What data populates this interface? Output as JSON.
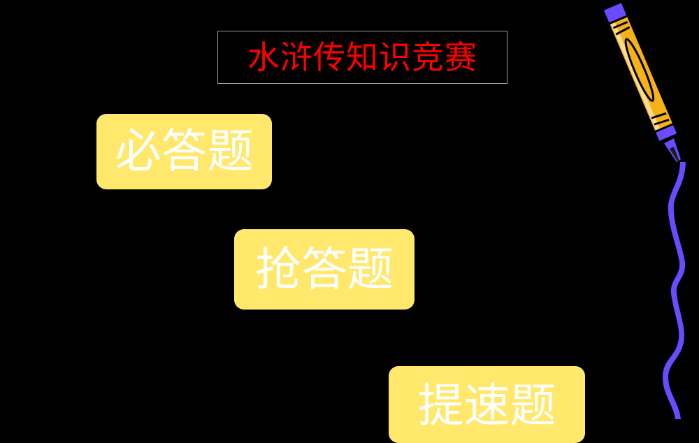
{
  "slide": {
    "title": "水浒传知识竞赛",
    "background_color": "#000000",
    "title_color": "#ff0000"
  },
  "buttons": [
    {
      "label": "必答题",
      "color": "#ffe86b",
      "text_color": "#ffffff"
    },
    {
      "label": "抢答题",
      "color": "#ffe86b",
      "text_color": "#ffffff"
    },
    {
      "label": "提速题",
      "color": "#ffe86b",
      "text_color": "#ffffff"
    }
  ],
  "decoration": {
    "icon": "pencil-icon",
    "pencil_body_color": "#f5b21a",
    "accent_color": "#6a4bff"
  }
}
